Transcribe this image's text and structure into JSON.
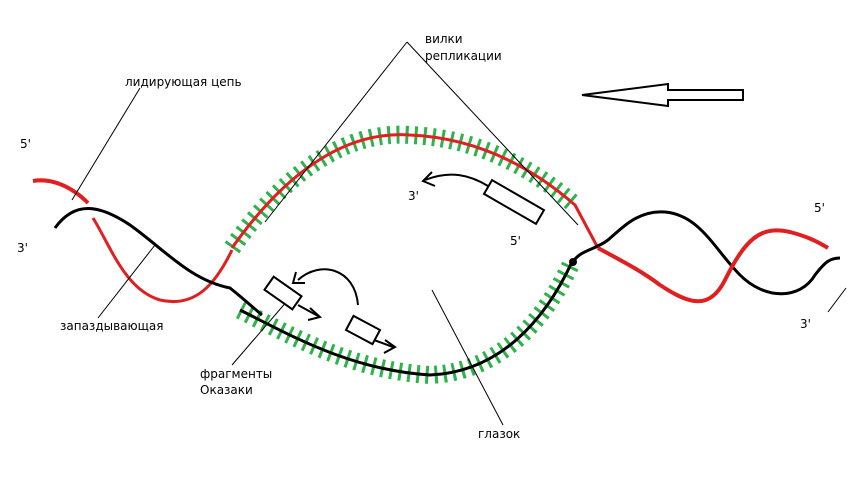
{
  "labels": {
    "replication_forks": [
      "вилки",
      "репликации"
    ],
    "leading_strand": "лидирующая цепь",
    "lagging_strand": "запаздывающая",
    "okazaki": [
      "фрагменты",
      "Оказаки"
    ],
    "eye": "глазок",
    "left_5": "5'",
    "left_3": "3'",
    "right_5": "5'",
    "right_3": "3'",
    "inner_3": "3'",
    "inner_5": "5'"
  },
  "colors": {
    "template_black": "#000000",
    "template_red": "#e02020",
    "new_strand_green": "#2db34a",
    "arrow_outline": "#000000"
  },
  "icons": {
    "direction_arrow": "arrow-left-outline-icon"
  }
}
